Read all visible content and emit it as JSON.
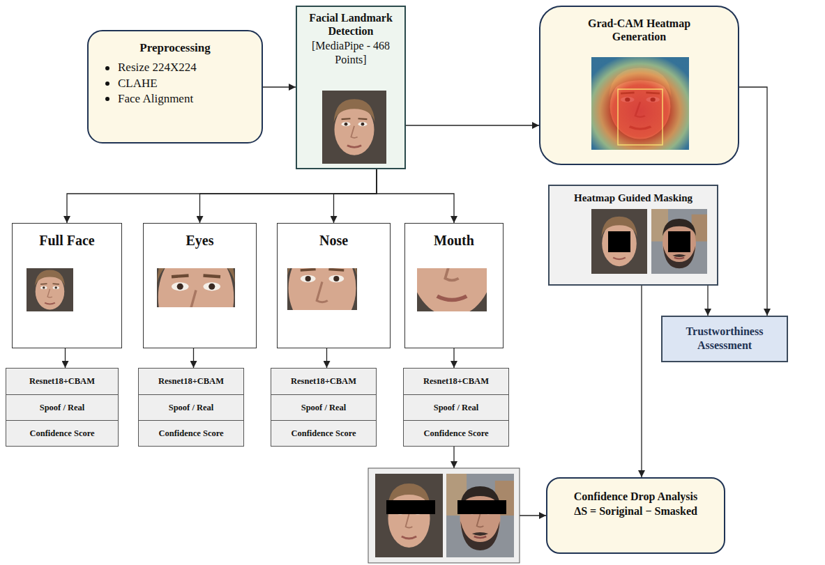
{
  "diagram": {
    "nodes": [
      {
        "text": [
          "Preprocessing",
          "Resize 224X224",
          "CLAHE",
          "Face Alignment"
        ]
      },
      {
        "text": [
          "Facial Landmark Detection",
          "[MediaPipe - 468 Points]"
        ]
      },
      {
        "text": [
          "Grad-CAM Heatmap Generation"
        ]
      },
      {
        "text": [
          "Heatmap Guided Masking"
        ]
      },
      {
        "text": [
          "Full Face"
        ]
      },
      {
        "text": [
          "Eyes"
        ]
      },
      {
        "text": [
          "Nose"
        ]
      },
      {
        "text": [
          "Mouth"
        ]
      },
      {
        "text": [
          "Trustworthiness Assessment"
        ]
      },
      {
        "text": [
          "Resnet18+CBAM",
          "Spoof / Real",
          "Confidence Score"
        ]
      },
      {
        "text": [
          "Resnet18+CBAM",
          "Spoof / Real",
          "Confidence Score"
        ]
      },
      {
        "text": [
          "Resnet18+CBAM",
          "Spoof / Real",
          "Confidence Score"
        ]
      },
      {
        "text": [
          "Resnet18+CBAM",
          "Spoof / Real",
          "Confidence Score"
        ]
      },
      {
        "text": [
          "Confidence Drop Analysis",
          "ΔS = Soriginal − Smasked"
        ]
      }
    ],
    "edges": [
      {
        "from": 0,
        "to": 1,
        "arrow": "to"
      },
      {
        "from": 1,
        "to": 2,
        "arrow": "to"
      },
      {
        "from": 1,
        "to": 4,
        "arrow": "to"
      },
      {
        "from": 1,
        "to": 5,
        "arrow": "to"
      },
      {
        "from": 1,
        "to": 6,
        "arrow": "to"
      },
      {
        "from": 1,
        "to": 7,
        "arrow": "to"
      },
      {
        "from": 4,
        "to": 9,
        "arrow": "to"
      },
      {
        "from": 5,
        "to": 10,
        "arrow": "to"
      },
      {
        "from": 6,
        "to": 11,
        "arrow": "to"
      },
      {
        "from": 7,
        "to": 12,
        "arrow": "to"
      },
      {
        "from": 2,
        "to": 8,
        "arrow": "to"
      },
      {
        "from": 3,
        "to": 8,
        "arrow": "to"
      },
      {
        "from": 3,
        "to": 13,
        "arrow": "to"
      }
    ]
  }
}
